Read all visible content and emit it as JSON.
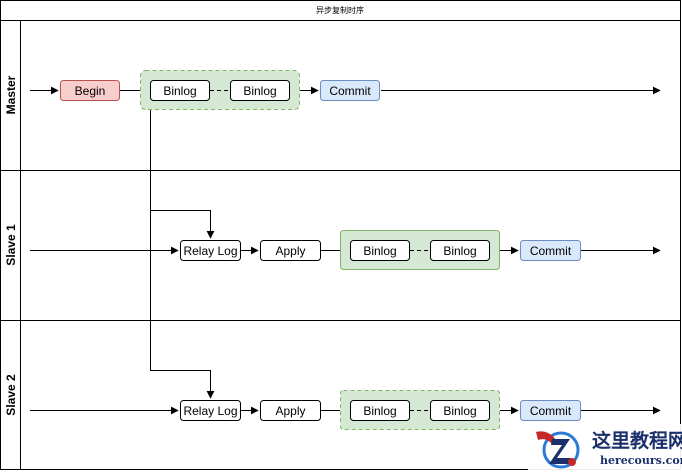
{
  "diagram": {
    "title": "异步复制时序",
    "lanes": [
      {
        "label": "Master",
        "nodes": {
          "begin": "Begin",
          "binlog1": "Binlog",
          "binlog2": "Binlog",
          "commit": "Commit"
        }
      },
      {
        "label": "Slave 1",
        "nodes": {
          "relay": "Relay Log",
          "apply": "Apply",
          "binlog1": "Binlog",
          "binlog2": "Binlog",
          "commit": "Commit"
        }
      },
      {
        "label": "Slave 2",
        "nodes": {
          "relay": "Relay Log",
          "apply": "Apply",
          "binlog1": "Binlog",
          "binlog2": "Binlog",
          "commit": "Commit"
        }
      }
    ],
    "colors": {
      "begin_fill": "#f8cecc",
      "begin_stroke": "#b85450",
      "group_fill": "#d5e8d4",
      "group_stroke": "#82b366",
      "commit_fill": "#dae8fc",
      "commit_stroke": "#6c8ebf"
    }
  },
  "watermark": {
    "name": "这里教程网",
    "url": "herecours.com"
  }
}
